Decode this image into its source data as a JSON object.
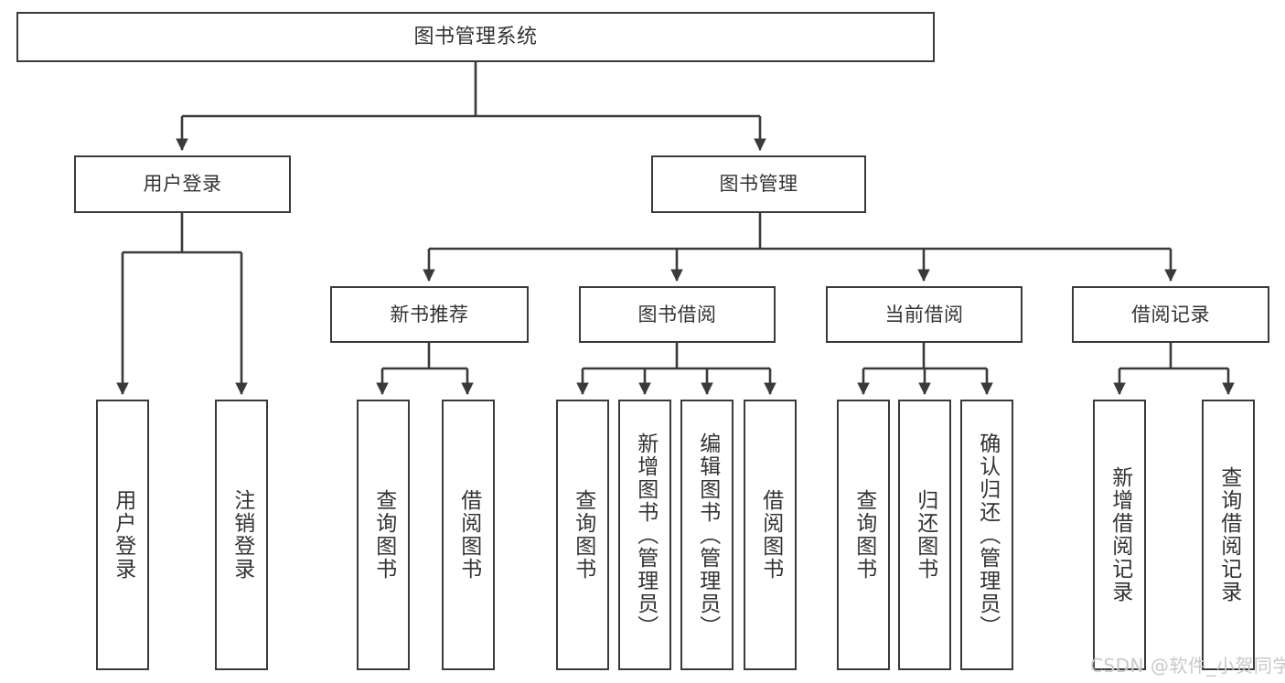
{
  "diagram": {
    "type": "tree",
    "title": "图书管理系统",
    "root": {
      "label": "图书管理系统"
    },
    "level1": [
      {
        "label": "用户登录"
      },
      {
        "label": "图书管理"
      }
    ],
    "level2": [
      {
        "label": "新书推荐"
      },
      {
        "label": "图书借阅"
      },
      {
        "label": "当前借阅"
      },
      {
        "label": "借阅记录"
      }
    ],
    "leaves": {
      "user_login": [
        {
          "label": "用户登录"
        },
        {
          "label": "注销登录"
        }
      ],
      "new_book_recommend": [
        {
          "label": "查询图书"
        },
        {
          "label": "借阅图书"
        }
      ],
      "book_borrow": [
        {
          "label": "查询图书"
        },
        {
          "label": "新增图书（管理员）"
        },
        {
          "label": "编辑图书（管理员）"
        },
        {
          "label": "借阅图书"
        }
      ],
      "current_borrow": [
        {
          "label": "查询图书"
        },
        {
          "label": "归还图书"
        },
        {
          "label": "确认归还（管理员）"
        }
      ],
      "borrow_record": [
        {
          "label": "新增借阅记录"
        },
        {
          "label": "查询借阅记录"
        }
      ]
    },
    "watermark": "CSDN @软件_小贺同学",
    "colors": {
      "stroke": "#3a3a3a",
      "text": "#333333",
      "background": "#ffffff",
      "watermark": "#c9c9c9"
    }
  }
}
